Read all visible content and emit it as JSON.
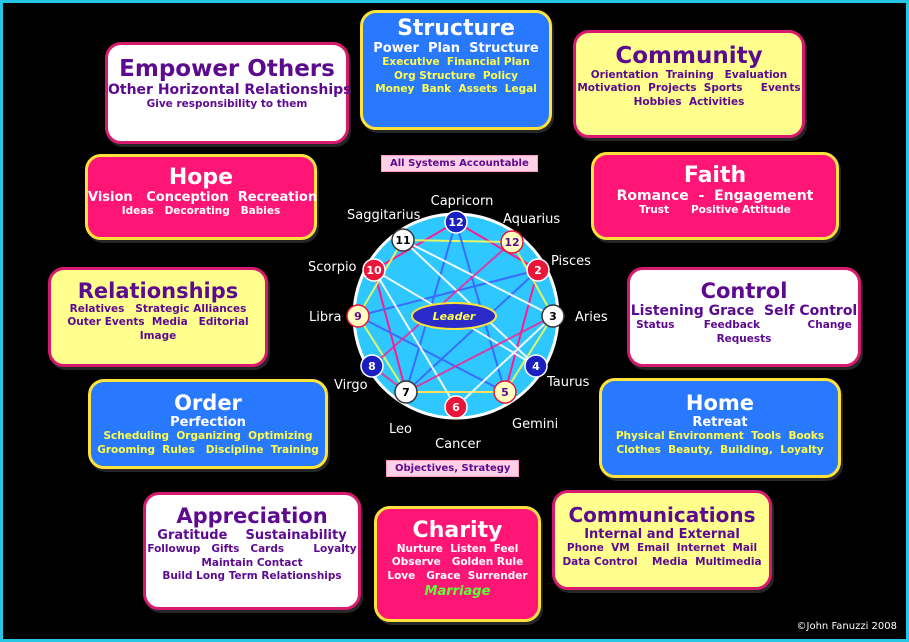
{
  "cards": {
    "structure": {
      "title": "Structure",
      "subtitle": "Power  Plan  Structure",
      "lines": [
        "Executive  Financial Plan",
        "Org Structure  Policy",
        "Money  Bank  Assets  Legal"
      ]
    },
    "empower": {
      "title": "Empower Others",
      "subtitle": "Other Horizontal Relationships",
      "lines": [
        "Give responsibility to them"
      ]
    },
    "community": {
      "title": "Community",
      "lines": [
        "Orientation  Training   Evaluation",
        "Motivation  Projects  Sports     Events",
        "Hobbies  Activities"
      ]
    },
    "hope": {
      "title": "Hope",
      "subtitle": "Vision   Conception  Recreation",
      "lines": [
        "Ideas   Decorating   Babies"
      ]
    },
    "faith": {
      "title": "Faith",
      "subtitle": "Romance  -  Engagement",
      "lines": [
        "Trust      Positive Attitude"
      ]
    },
    "relationships": {
      "title": "Relationships",
      "lines": [
        "Relatives   Strategic Alliances",
        "Outer Events  Media   Editorial",
        "Image"
      ]
    },
    "control": {
      "title": "Control",
      "subtitle": "Listening Grace  Self Control",
      "lines": [
        "Status        Feedback             Change",
        "Requests"
      ]
    },
    "order": {
      "title": "Order",
      "subtitle": "Perfection",
      "lines": [
        "Scheduling  Organizing  Optimizing",
        "Grooming  Rules   Discipline  Training"
      ]
    },
    "home": {
      "title": "Home",
      "subtitle": "Retreat",
      "lines": [
        "Physical Environment  Tools  Books",
        "Clothes  Beauty,  Building,  Loyalty"
      ]
    },
    "appreciation": {
      "title": "Appreciation",
      "subtitle": "Gratitude    Sustainability",
      "lines": [
        "Followup   Gifts   Cards        Loyalty",
        "Maintain Contact",
        "Build Long Term Relationships"
      ]
    },
    "charity": {
      "title": "Charity",
      "lines": [
        "Nurture  Listen  Feel",
        "Observe   Golden Rule",
        "Love   Grace  Surrender"
      ],
      "highlight": "Marriage"
    },
    "communications": {
      "title": "Communications",
      "subtitle": "Internal and External",
      "lines": [
        "Phone  VM  Email  Internet  Mail",
        "Data Control    Media  Multimedia"
      ]
    }
  },
  "tags": {
    "top": "All Systems Accountable",
    "bottom": "Objectives, Strategy"
  },
  "center": {
    "label": "Leader"
  },
  "signs": [
    "Capricorn",
    "Aquarius",
    "Pisces",
    "Aries",
    "Taurus",
    "Gemini",
    "Cancer",
    "Leo",
    "Virgo",
    "Libra",
    "Scorpio",
    "Saggitarius"
  ],
  "nodes": [
    "12",
    "12",
    "2",
    "3",
    "4",
    "5",
    "6",
    "7",
    "8",
    "9",
    "10",
    "11"
  ],
  "copyright": "©John Fanuzzi 2008",
  "colors": {
    "dark_blue": "#1a1fc0",
    "white": "#ffffff",
    "red": "#e8163a",
    "yellow_node": "#ffffc0",
    "circle": "#2ec7ff",
    "purple": "#5c0a8f"
  }
}
